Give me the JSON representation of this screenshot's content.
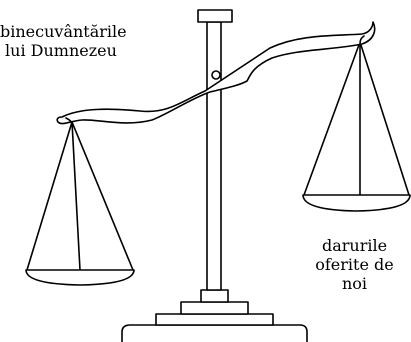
{
  "diagram": {
    "left_pan_label": [
      "binecuvântările",
      "lui Dumnezeu"
    ],
    "right_pan_label": [
      "darurile",
      "oferite de",
      "noi"
    ]
  },
  "colors": {
    "stroke": "#000000",
    "background": "#ffffff"
  }
}
